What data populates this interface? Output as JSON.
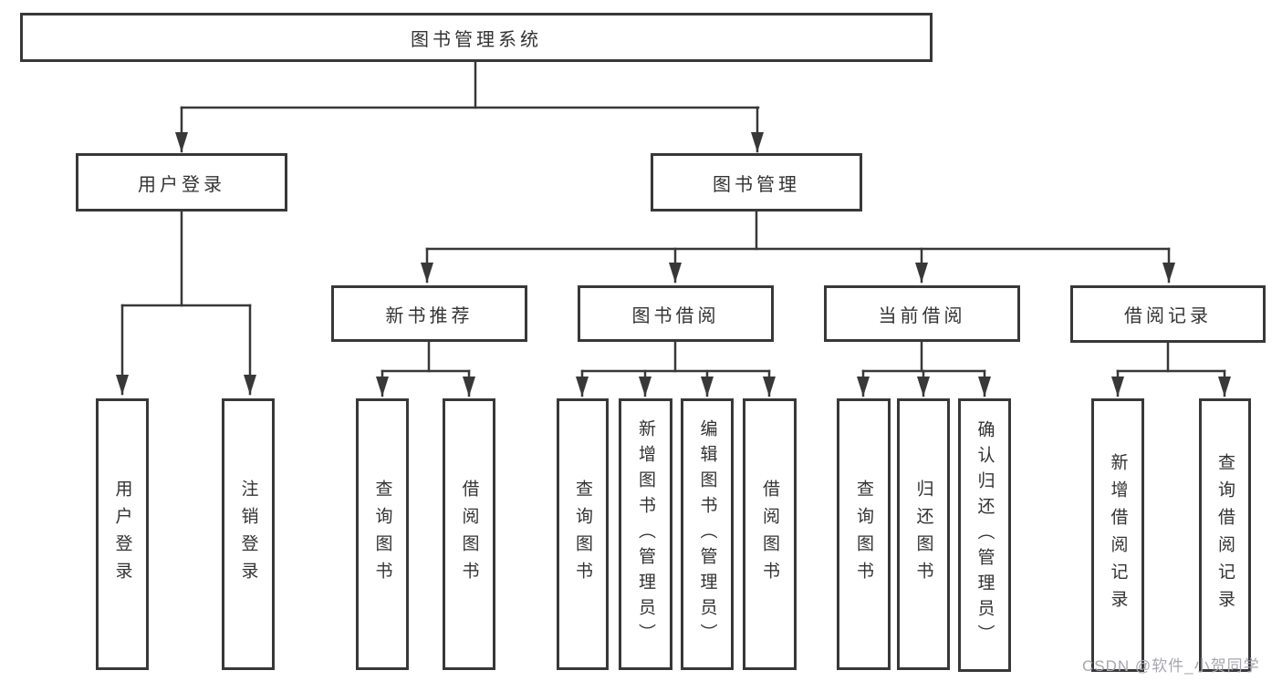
{
  "diagram_title": "图书管理系统",
  "tree": {
    "label": "图书管理系统",
    "children": [
      {
        "label": "用户登录",
        "children": [
          {
            "label": "用户登录"
          },
          {
            "label": "注销登录"
          }
        ]
      },
      {
        "label": "图书管理",
        "children": [
          {
            "label": "新书推荐",
            "children": [
              {
                "label": "查询图书"
              },
              {
                "label": "借阅图书"
              }
            ]
          },
          {
            "label": "图书借阅",
            "children": [
              {
                "label": "查询图书"
              },
              {
                "label": "新增图书（管理员）"
              },
              {
                "label": "编辑图书（管理员）"
              },
              {
                "label": "借阅图书"
              }
            ]
          },
          {
            "label": "当前借阅",
            "children": [
              {
                "label": "查询图书"
              },
              {
                "label": "归还图书"
              },
              {
                "label": "确认归还（管理员）"
              }
            ]
          },
          {
            "label": "借阅记录",
            "children": [
              {
                "label": "新增借阅记录"
              },
              {
                "label": "查询借阅记录"
              }
            ]
          }
        ]
      }
    ]
  },
  "watermark": "CSDN @软件_小贺同学",
  "colors": {
    "line": "#383838",
    "text": "#333333",
    "watermark": "#a6a6ae",
    "background": "#ffffff"
  }
}
